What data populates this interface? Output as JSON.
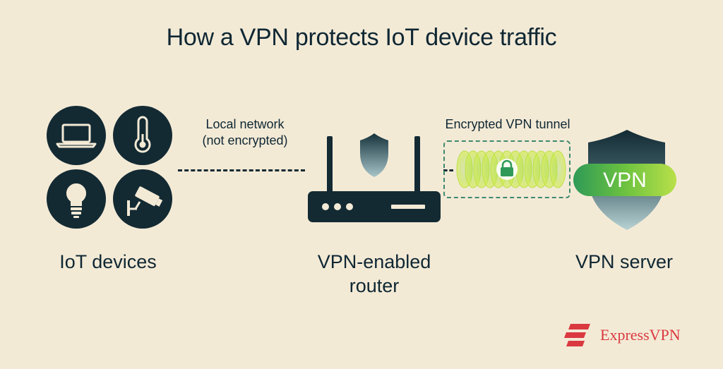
{
  "title": "How a VPN protects IoT device traffic",
  "labels": {
    "iot_devices": "IoT devices",
    "router_line1": "VPN-enabled",
    "router_line2": "router",
    "vpn_server": "VPN server",
    "local_network_line1": "Local network",
    "local_network_line2": "(not encrypted)",
    "tunnel": "Encrypted VPN tunnel",
    "vpn_badge": "VPN"
  },
  "devices": [
    {
      "icon": "laptop-icon"
    },
    {
      "icon": "thermometer-icon"
    },
    {
      "icon": "lightbulb-icon"
    },
    {
      "icon": "security-camera-icon"
    }
  ],
  "brand": {
    "name": "ExpressVPN",
    "color": "#da3940"
  },
  "colors": {
    "background": "#f3ead6",
    "dark": "#132a33",
    "accent_green": "#8fd63a",
    "tunnel_border": "#3e8a6e"
  }
}
